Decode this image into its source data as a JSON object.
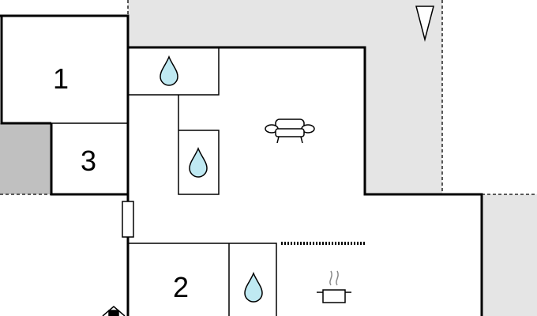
{
  "floorplan": {
    "rooms": [
      {
        "key": "bedroom_1",
        "label": "1"
      },
      {
        "key": "bedroom_2",
        "label": "2"
      },
      {
        "key": "bedroom_3",
        "label": "3"
      }
    ],
    "icons": [
      {
        "key": "north",
        "name": "north-arrow-icon"
      },
      {
        "key": "sofa",
        "name": "sofa-icon"
      },
      {
        "key": "cooking",
        "name": "cooking-pot-icon"
      },
      {
        "key": "water",
        "name": "water-drop-icon"
      }
    ],
    "colors": {
      "wall": "#000000",
      "outdoor_area": "#e5e5e5",
      "shaded_block": "#c0c0c0",
      "water_drop": "#bfe9f2"
    }
  }
}
